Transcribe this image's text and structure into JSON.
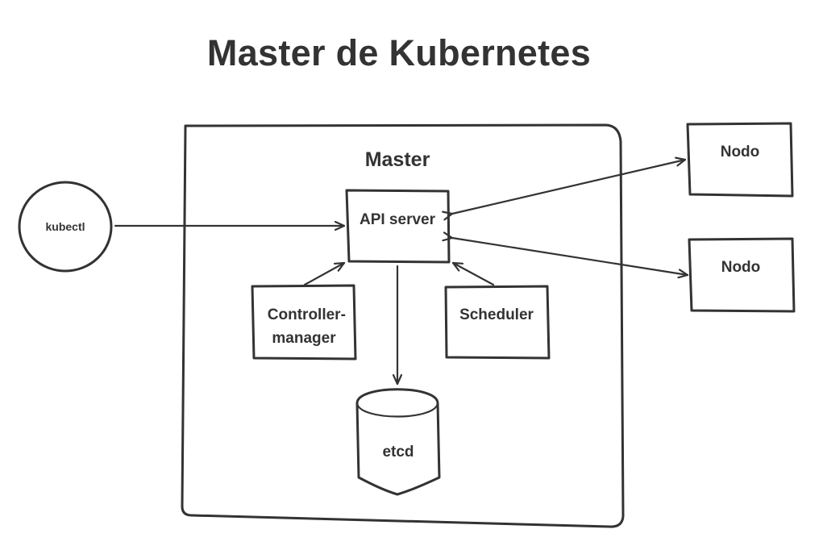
{
  "title": "Master de Kubernetes",
  "nodes": {
    "master": "Master",
    "api_server": "API server",
    "kubectl": "kubectl",
    "controller_manager": [
      "Controller-",
      "manager"
    ],
    "scheduler": "Scheduler",
    "etcd": "etcd",
    "nodo_1": "Nodo",
    "nodo_2": "Nodo"
  },
  "edges": [
    {
      "from": "kubectl",
      "to": "API server",
      "direction": "to"
    },
    {
      "from": "API server",
      "to": "Nodo",
      "direction": "both"
    },
    {
      "from": "API server",
      "to": "Nodo",
      "direction": "both"
    },
    {
      "from": "Controller-manager",
      "to": "API server",
      "direction": "to"
    },
    {
      "from": "Scheduler",
      "to": "API server",
      "direction": "to"
    },
    {
      "from": "API server",
      "to": "etcd",
      "direction": "to"
    }
  ]
}
